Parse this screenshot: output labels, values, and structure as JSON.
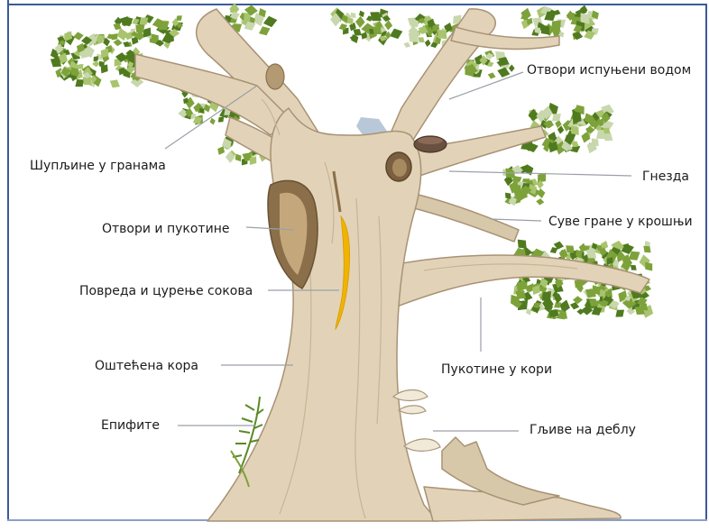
{
  "diagram": {
    "labels": {
      "water_holes": "Отвори испуњени водом",
      "branch_hollows": "Шупљине у гранама",
      "nests": "Гнезда",
      "holes_cracks": "Отвори и пукотине",
      "dry_branches": "Суве гране у крошњи",
      "injury_sap": "Повреда и цурење сокова",
      "bark_cracks": "Пукотине у кори",
      "damaged_bark": "Оштећена кора",
      "epiphytes": "Епифите",
      "trunk_fungi": "Гљиве на деблу"
    },
    "colors": {
      "trunk": "#e2d3b8",
      "trunk_shade": "#c8b494",
      "outline": "#a89274",
      "leaf_dark": "#4f7a1f",
      "leaf_mid": "#7da23a",
      "leaf_light": "#a9c46e",
      "leaf_pale": "#c9d7ad",
      "sap": "#f0b400",
      "sky": "#b8c8d8",
      "leader_line": "#9aa0a8",
      "frame": "#3a5a9a"
    }
  }
}
